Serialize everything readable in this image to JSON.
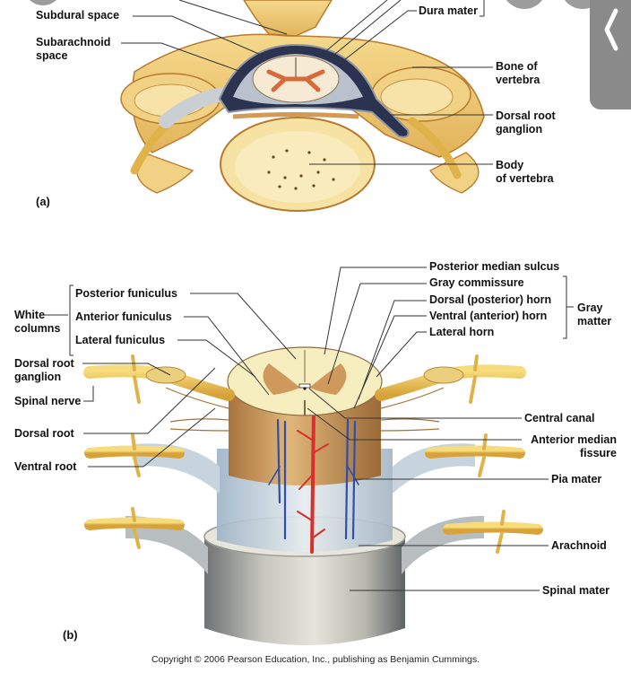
{
  "panel_a": {
    "letter": "(a)",
    "labels": {
      "subdural_space": "Subdural space",
      "subarachnoid_space": "Subarachnoid\nspace",
      "dura_mater": "Dura mater",
      "bone_of_vertebra": "Bone of\nvertebra",
      "dorsal_root_ganglion": "Dorsal root\nganglion",
      "body_of_vertebra": "Body\nof vertebra"
    }
  },
  "panel_b": {
    "letter": "(b)",
    "labels": {
      "white_columns": "White\ncolumns",
      "posterior_funiculus": "Posterior funiculus",
      "anterior_funiculus": "Anterior funiculus",
      "lateral_funiculus": "Lateral funiculus",
      "dorsal_root_ganglion": "Dorsal root\nganglion",
      "spinal_nerve": "Spinal nerve",
      "dorsal_root": "Dorsal root",
      "ventral_root": "Ventral root",
      "posterior_median_sulcus": "Posterior median sulcus",
      "gray_commissure": "Gray commissure",
      "dorsal_horn": "Dorsal (posterior) horn",
      "ventral_horn": "Ventral (anterior) horn",
      "lateral_horn": "Lateral horn",
      "gray_matter": "Gray\nmatter",
      "central_canal": "Central canal",
      "anterior_median_fissure": "Anterior median\nfissure",
      "pia_mater": "Pia mater",
      "arachnoid": "Arachnoid",
      "spinal_mater": "Spinal mater"
    }
  },
  "footer": {
    "copyright": "Copyright © 2006 Pearson Education, Inc., publishing as Benjamin Cummings."
  },
  "overlay": {
    "side_tab_icon": "chevron-left-icon"
  },
  "colors": {
    "bone": "#f0cf7a",
    "bone_dark": "#c98a35",
    "nerve": "#e8bf4a",
    "cord_white": "#f6edc8",
    "gray_matter": "#c88a4a",
    "membrane": "#c9d3dc",
    "artery": "#d8302a",
    "vein": "#2f4fa8",
    "overlay_gray": "#8a8a8a"
  }
}
